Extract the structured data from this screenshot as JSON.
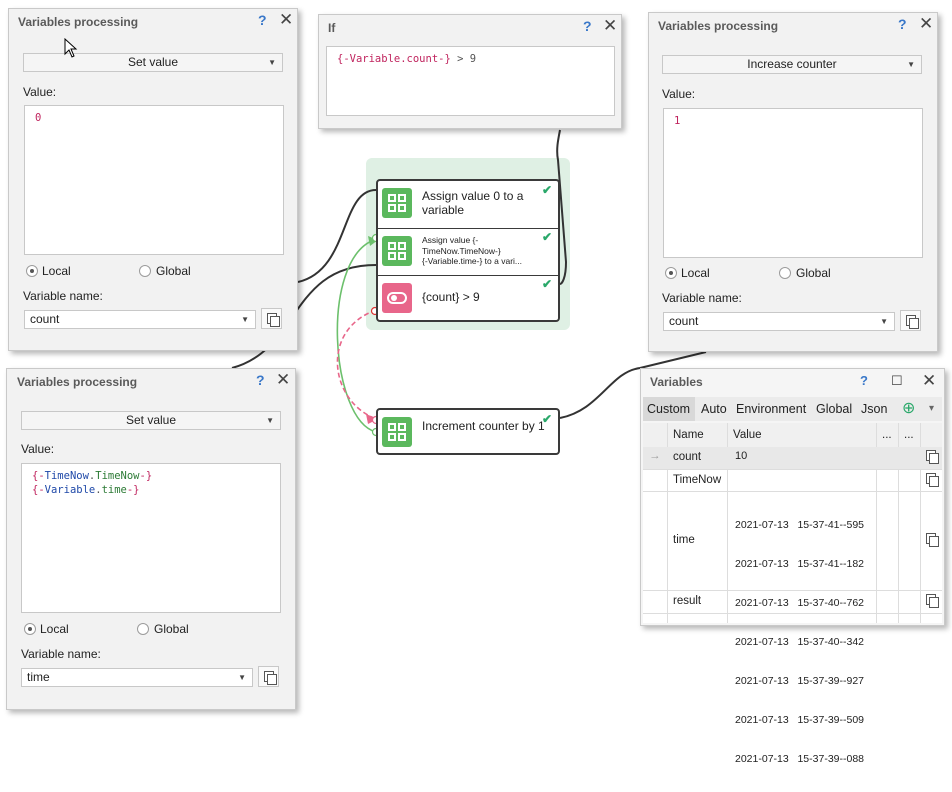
{
  "panel1": {
    "title": "Variables processing",
    "help": "?",
    "close": "✕",
    "action": "Set value",
    "value_label": "Value:",
    "value": "0",
    "radio_local": "Local",
    "radio_global": "Global",
    "name_label": "Variable name:",
    "name_value": "count"
  },
  "panel_if": {
    "title": "If",
    "help": "?",
    "close": "✕",
    "expr_var": "{-Variable.count-}",
    "expr_op": " > 9"
  },
  "panel3": {
    "title": "Variables processing",
    "help": "?",
    "close": "✕",
    "action": "Increase counter",
    "value_label": "Value:",
    "value": "1",
    "radio_local": "Local",
    "radio_global": "Global",
    "name_label": "Variable name:",
    "name_value": "count"
  },
  "panel4": {
    "title": "Variables processing",
    "help": "?",
    "close": "✕",
    "action": "Set value",
    "value_label": "Value:",
    "line1_pre": "{-",
    "line1_a": "TimeNow",
    "line1_dot": ".",
    "line1_b": "TimeNow",
    "line1_post": "-}",
    "line2_pre": "{-",
    "line2_a": "Variable",
    "line2_dot": ".",
    "line2_b": "time",
    "line2_post": "-}",
    "radio_local": "Local",
    "radio_global": "Global",
    "name_label": "Variable name:",
    "name_value": "time"
  },
  "canvas": {
    "node1": "Assign value 0 to a variable",
    "node2_l1": "Assign value {-",
    "node2_l2": "TimeNow.TimeNow-}",
    "node2_l3": "{-Variable.time-} to a vari...",
    "node3": "{count} > 9",
    "node4": "Increment counter by 1"
  },
  "variables": {
    "title": "Variables",
    "help": "?",
    "maximize": "☐",
    "close": "✕",
    "tabs": [
      "Custom",
      "Auto",
      "Environment",
      "Global",
      "Json"
    ],
    "add_icon": "⊕",
    "more_icon": "▾",
    "col_name": "Name",
    "col_value": "Value",
    "col_dots1": "...",
    "col_dots2": "...",
    "rows": [
      {
        "name": "count",
        "value": "10"
      },
      {
        "name": "TimeNow",
        "value": ""
      },
      {
        "name": "time",
        "lines": [
          "2021-07-13   15-37-41--595",
          "2021-07-13   15-37-41--182",
          "2021-07-13   15-37-40--762",
          "2021-07-13   15-37-40--342",
          "2021-07-13   15-37-39--927",
          "2021-07-13   15-37-39--509",
          "2021-07-13   15-37-39--088"
        ]
      },
      {
        "name": "result",
        "value": ""
      }
    ],
    "current_row_marker": "→"
  },
  "colors": {
    "green_icon": "#5bb85d",
    "pink_icon": "#e8668a",
    "group_bg": "#dff0e4",
    "help_blue": "#3a78c9",
    "check_green": "#2aa86a"
  }
}
